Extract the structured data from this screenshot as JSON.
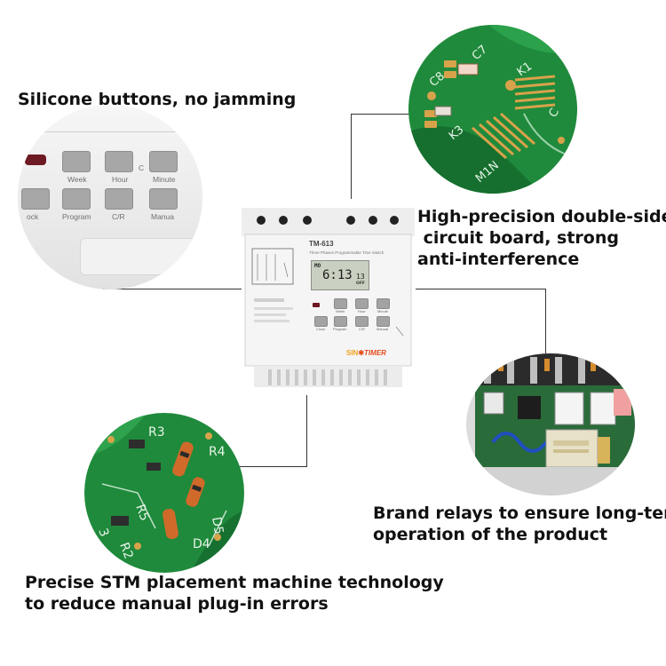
{
  "captions": {
    "buttons": [
      "Silicone buttons, no jamming"
    ],
    "circuit": [
      "High-precision double-sided",
      " circuit board, strong",
      "anti-interference"
    ],
    "relays": [
      "Brand relays to ensure long-term",
      "operation of the product"
    ],
    "stm": [
      "Precise STM placement machine technology",
      "to reduce manual plug-in errors"
    ]
  },
  "device": {
    "model": "TM-613",
    "subtitle": "Three Phases Programmable Time Switch",
    "lcd_day": "MO",
    "lcd_time": "6:13",
    "lcd_seconds": "13",
    "lcd_state": "OFF",
    "button_labels": [
      "Week",
      "Hour",
      "Minute",
      "Clock",
      "Program",
      "C/R",
      "Manual"
    ],
    "brand_sin": "SIN",
    "brand_timer": "TIMER"
  },
  "button_closeup": {
    "labels": [
      "Week",
      "Hour",
      "C",
      "Minute",
      "ock",
      "Program",
      "C/R",
      "Manua"
    ]
  },
  "pcb_top_labels": [
    "C7",
    "K1",
    "C8",
    "K3",
    "M1N",
    "C"
  ],
  "pcb_bottom_labels": [
    "R3",
    "R4",
    "R5",
    "R2",
    "D5",
    "D4",
    "3"
  ],
  "colors": {
    "pcb_green": "#1f8a3b",
    "pad_gold": "#d8a24a",
    "caption_text": "#111111",
    "brand_orange": "#f0a21c",
    "brand_red": "#e64a19"
  }
}
